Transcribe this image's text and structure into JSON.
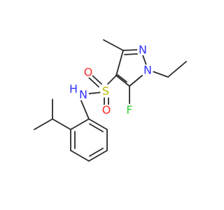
{
  "molecule": {
    "atoms": {
      "N1": {
        "label": "N",
        "color": "#3333ff"
      },
      "N2": {
        "label": "N",
        "color": "#3333ff"
      },
      "S": {
        "label": "S",
        "color": "#b8b800"
      },
      "O1": {
        "label": "O",
        "color": "#ff2a2a"
      },
      "O2": {
        "label": "O",
        "color": "#ff2a2a"
      },
      "F": {
        "label": "F",
        "color": "#33cc33"
      },
      "NH": {
        "label": "N",
        "color": "#3333ff"
      },
      "H": {
        "label": "H",
        "color": "#3333ff"
      }
    },
    "bond_color": "#2b2b2b"
  }
}
